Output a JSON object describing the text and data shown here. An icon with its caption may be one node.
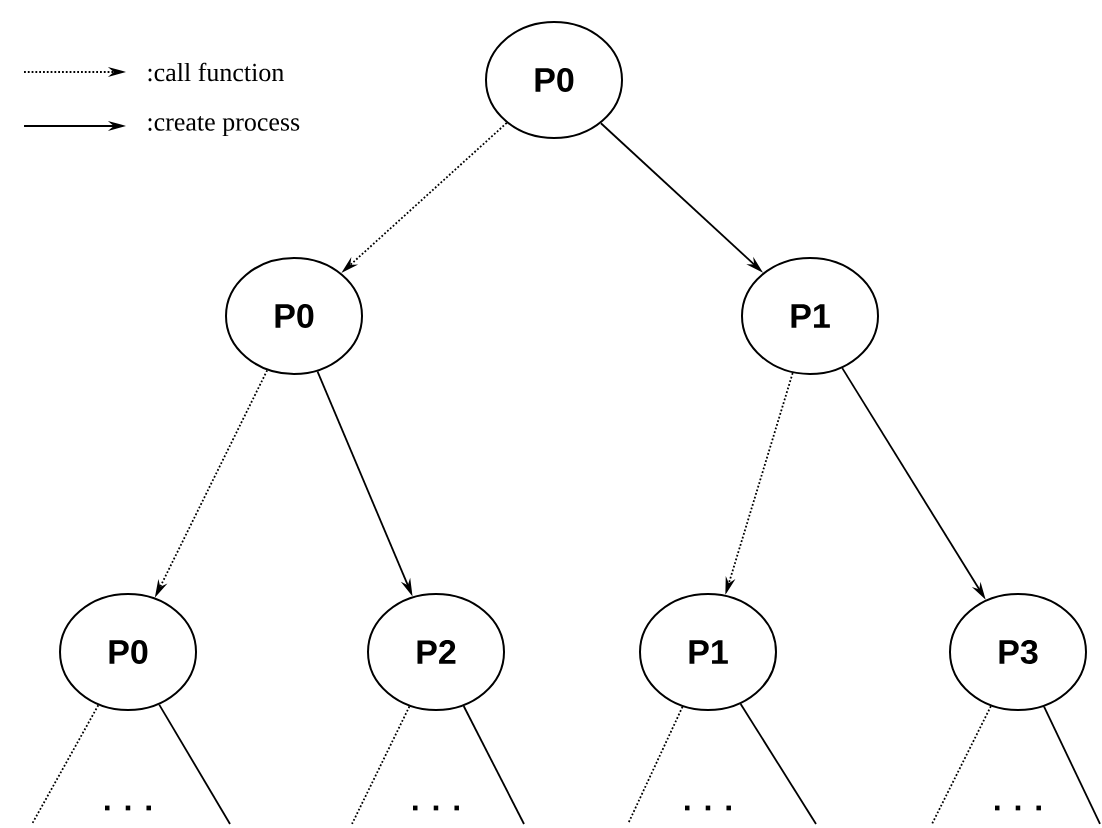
{
  "diagram": {
    "nodes": [
      {
        "text": [
          "P0"
        ]
      },
      {
        "text": [
          "P0"
        ]
      },
      {
        "text": [
          "P1"
        ]
      },
      {
        "text": [
          "P0"
        ]
      },
      {
        "text": [
          "P2"
        ]
      },
      {
        "text": [
          "P1"
        ]
      },
      {
        "text": [
          "P3"
        ]
      }
    ],
    "edges": [
      {
        "from": 0,
        "to": 1,
        "arrow": "to",
        "style": "dashed"
      },
      {
        "from": 0,
        "to": 2,
        "arrow": "to"
      },
      {
        "from": 1,
        "to": 3,
        "arrow": "to",
        "style": "dashed"
      },
      {
        "from": 1,
        "to": 4,
        "arrow": "to"
      },
      {
        "from": 2,
        "to": 5,
        "arrow": "to",
        "style": "dashed"
      },
      {
        "from": 2,
        "to": 6,
        "arrow": "to"
      },
      {
        "from": 3,
        "to": null,
        "arrow": "none",
        "style": "dashed"
      },
      {
        "from": 3,
        "to": null,
        "arrow": "none"
      },
      {
        "from": 4,
        "to": null,
        "arrow": "none",
        "style": "dashed"
      },
      {
        "from": 4,
        "to": null,
        "arrow": "none"
      },
      {
        "from": 5,
        "to": null,
        "arrow": "none",
        "style": "dashed"
      },
      {
        "from": 5,
        "to": null,
        "arrow": "none"
      },
      {
        "from": 6,
        "to": null,
        "arrow": "none",
        "style": "dashed"
      },
      {
        "from": 6,
        "to": null,
        "arrow": "none"
      }
    ],
    "labels": [
      ". . .",
      ". . .",
      ". . .",
      ". . ."
    ],
    "legend": [
      {
        "text": ":call function"
      },
      {
        "text": ":create process"
      }
    ]
  }
}
